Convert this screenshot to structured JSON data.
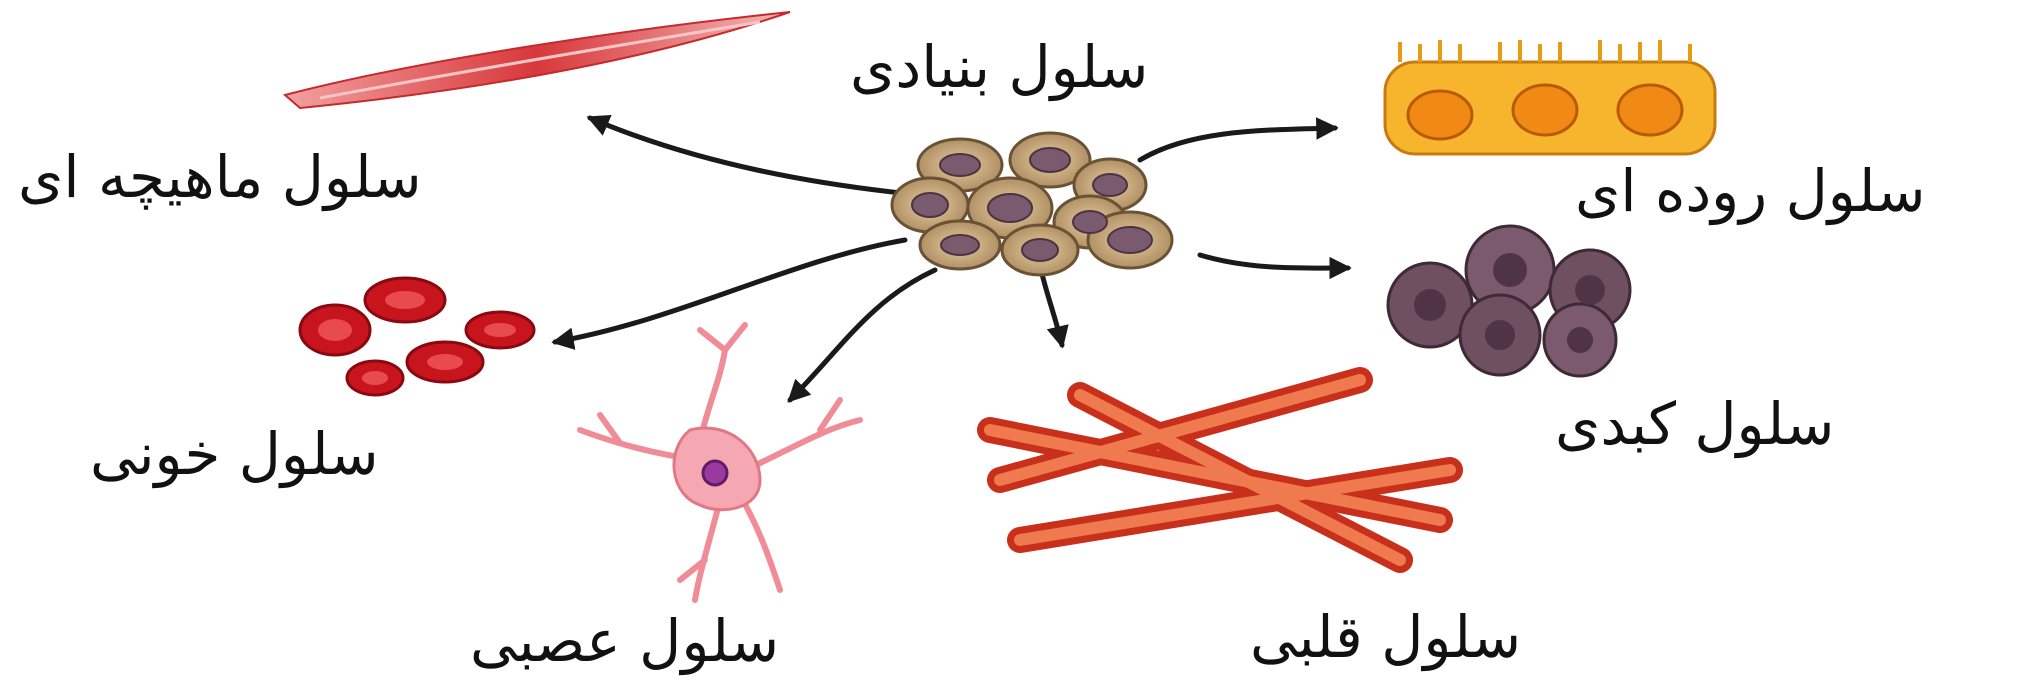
{
  "diagram": {
    "center": {
      "label": "سلول بنیادی",
      "icon": "stem-cell-cluster"
    },
    "targets": [
      {
        "id": "muscle",
        "label": "سلول ماهیچه ای",
        "icon": "muscle-fiber",
        "color": "#d8383b"
      },
      {
        "id": "intestine",
        "label": "سلول روده ای",
        "icon": "intestinal-cells",
        "color": "#f0a020"
      },
      {
        "id": "blood",
        "label": "سلول خونی",
        "icon": "red-blood-cells",
        "color": "#c8141c"
      },
      {
        "id": "liver",
        "label": "سلول کبدی",
        "icon": "liver-cells",
        "color": "#6e5060"
      },
      {
        "id": "nerve",
        "label": "سلول عصبی",
        "icon": "neuron",
        "color": "#f08c98"
      },
      {
        "id": "heart",
        "label": "سلول قلبی",
        "icon": "cardiac-fibers",
        "color": "#e0442a"
      }
    ]
  }
}
